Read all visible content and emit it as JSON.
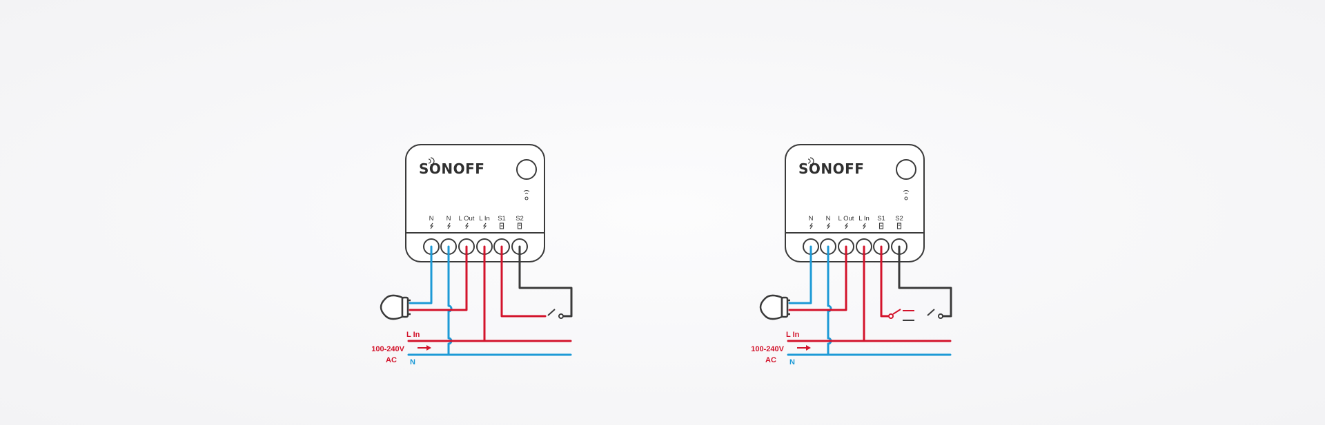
{
  "colors": {
    "background": "#f7f7f8",
    "device_outline": "#3a3a3a",
    "live_wire": "#d3132b",
    "neutral_wire": "#1d9ad6",
    "switch_wire": "#3a3a3a"
  },
  "diagrams": [
    {
      "id": "single-switch",
      "brand": "SONOFF",
      "terminals": [
        "N",
        "N",
        "L Out",
        "L In",
        "S1",
        "S2"
      ],
      "supply_voltage": "100-240V",
      "supply_type": "AC",
      "live_label": "L In",
      "neutral_label": "N",
      "switch_type": "single"
    },
    {
      "id": "two-way-switch",
      "brand": "SONOFF",
      "terminals": [
        "N",
        "N",
        "L Out",
        "L In",
        "S1",
        "S2"
      ],
      "supply_voltage": "100-240V",
      "supply_type": "AC",
      "live_label": "L In",
      "neutral_label": "N",
      "switch_type": "two-way"
    }
  ]
}
